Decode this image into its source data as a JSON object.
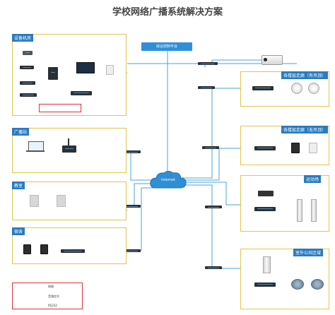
{
  "title": "学校网络广播系统解决方案",
  "control_center": "综合控制平台",
  "internet": "Internet",
  "panels": {
    "equipment_room": "设备机房",
    "broadcast_station": "广播站",
    "classroom": "教室",
    "dormitory": "宿舍",
    "floor_corridor_wired": "各楼层走廊（有吊顶）",
    "floor_corridor_open": "各楼层走廊（无吊顶）",
    "sports_field": "运动场",
    "outdoor_public": "室外公共区域"
  },
  "legend": [
    "网络",
    "音频信号",
    "RS232"
  ],
  "colors": {
    "network": "#4aa3d8",
    "audio": "#3aa36b",
    "rs232": "#c24ad0",
    "panel_title": "#2a7bbf",
    "panel_border": "#e8c34a"
  }
}
